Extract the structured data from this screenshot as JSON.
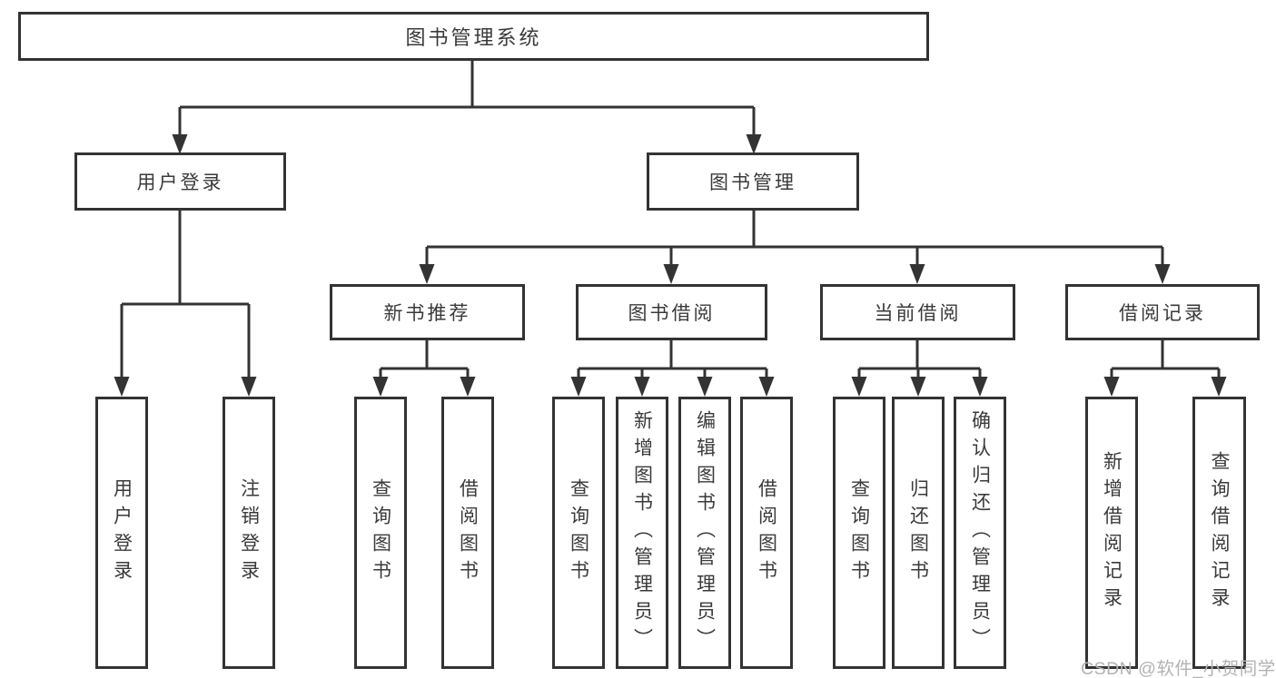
{
  "diagram": {
    "tree": {
      "label": "图书管理系统",
      "children": [
        {
          "label": "用户登录",
          "children": [
            {
              "label": "用户登录"
            },
            {
              "label": "注销登录"
            }
          ]
        },
        {
          "label": "图书管理",
          "children": [
            {
              "label": "新书推荐",
              "children": [
                {
                  "label": "查询图书"
                },
                {
                  "label": "借阅图书"
                }
              ]
            },
            {
              "label": "图书借阅",
              "children": [
                {
                  "label": "查询图书"
                },
                {
                  "label": "新增图书（管理员）"
                },
                {
                  "label": "编辑图书（管理员）"
                },
                {
                  "label": "借阅图书"
                }
              ]
            },
            {
              "label": "当前借阅",
              "children": [
                {
                  "label": "查询图书"
                },
                {
                  "label": "归还图书"
                },
                {
                  "label": "确认归还（管理员）"
                }
              ]
            },
            {
              "label": "借阅记录",
              "children": [
                {
                  "label": "新增借阅记录"
                },
                {
                  "label": "查询借阅记录"
                }
              ]
            }
          ]
        }
      ]
    }
  },
  "watermark": {
    "text": "CSDN @软件_小贺同学"
  },
  "colors": {
    "line": "#333333",
    "box_border": "#333333",
    "box_fill": "#ffffff",
    "text": "#3a3a3a",
    "watermark": "#b3b3b3",
    "background": "#ffffff"
  }
}
